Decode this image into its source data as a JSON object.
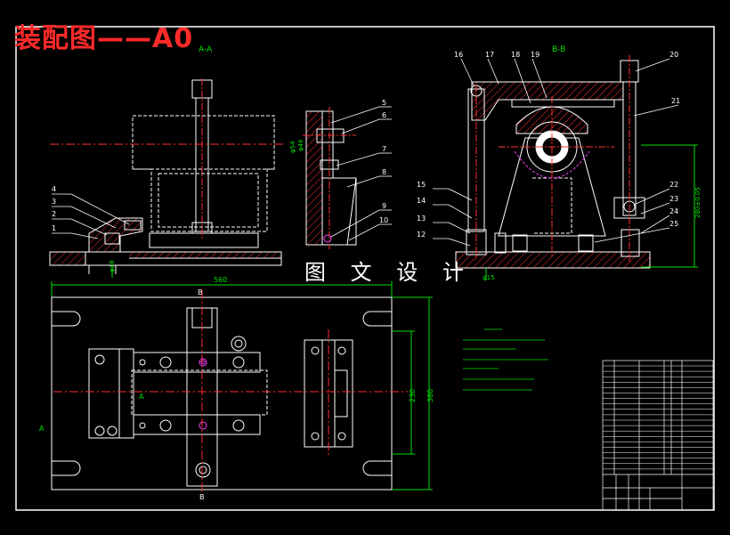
{
  "title": "装配图——A0",
  "watermark": "图 文 设 计",
  "section_labels": {
    "aa": "A-A",
    "bb": "B-B",
    "b_top": "B",
    "b_bottom": "B",
    "a_left": "A",
    "a_mid": "A"
  },
  "part_numbers_left": [
    "1",
    "2",
    "3",
    "4"
  ],
  "part_numbers_mid": [
    "5",
    "6",
    "7",
    "8",
    "9",
    "10"
  ],
  "part_numbers_right_bottom": [
    "12",
    "13",
    "14",
    "15",
    "16"
  ],
  "part_numbers_right_top": [
    "17",
    "18",
    "19",
    "20",
    "21",
    "22",
    "23",
    "24",
    "25"
  ],
  "dimensions": {
    "width_560": "560",
    "height_230": "230",
    "height_380": "380",
    "bb_height": "280±0.05",
    "dia_left": "φ18",
    "dia_mid_a": "φ54",
    "dia_mid_b": "φ46",
    "dia_right": "φ15"
  },
  "colors": {
    "background": "#000000",
    "outline": "#ffffff",
    "title": "#ff2a2a",
    "centerline": "#ff3030",
    "hatch": "#ff3030",
    "dimension": "#00e000",
    "leader": "#ffffff",
    "hole_pink": "#ff40ff"
  }
}
